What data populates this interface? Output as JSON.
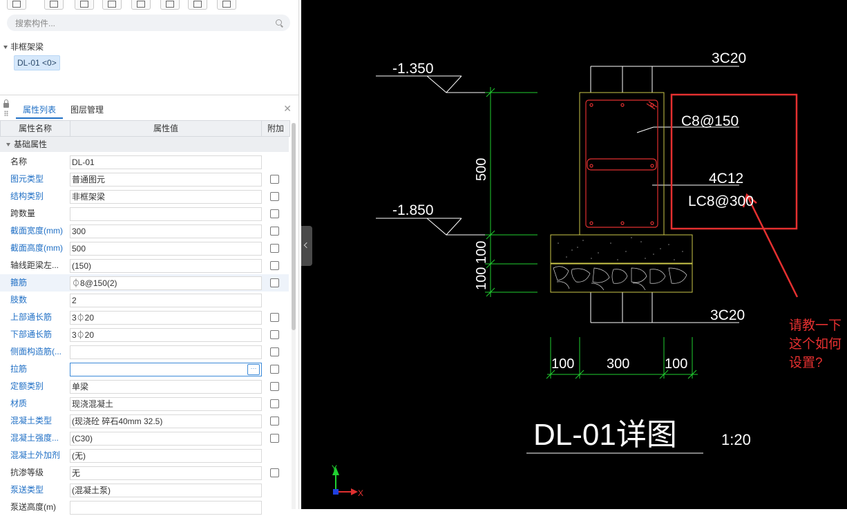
{
  "search": {
    "placeholder": "搜索构件..."
  },
  "tree": {
    "root_label": "非框架梁",
    "item_label": "DL-01 <0>"
  },
  "tabs": [
    {
      "label": "属性列表"
    },
    {
      "label": "图层管理"
    }
  ],
  "table": {
    "headers": {
      "name": "属性名称",
      "value": "属性值",
      "extra": "附加"
    },
    "group_label": "基础属性",
    "rows": [
      {
        "name": "名称",
        "value": "DL-01"
      },
      {
        "name": "图元类型",
        "value": "普通图元"
      },
      {
        "name": "结构类别",
        "value": "非框架梁"
      },
      {
        "name": "跨数量",
        "value": ""
      },
      {
        "name": "截面宽度(mm)",
        "value": "300"
      },
      {
        "name": "截面高度(mm)",
        "value": "500"
      },
      {
        "name": "轴线距梁左...",
        "value": "(150)"
      },
      {
        "name": "箍筋",
        "value": "⏀8@150(2)"
      },
      {
        "name": "肢数",
        "value": "2"
      },
      {
        "name": "上部通长筋",
        "value": "3⏀20"
      },
      {
        "name": "下部通长筋",
        "value": "3⏀20"
      },
      {
        "name": "侧面构造筋(...",
        "value": ""
      },
      {
        "name": "拉筋",
        "value": ""
      },
      {
        "name": "定额类别",
        "value": "单梁"
      },
      {
        "name": "材质",
        "value": "现浇混凝土"
      },
      {
        "name": "混凝土类型",
        "value": "(现浇砼 碎石40mm 32.5)"
      },
      {
        "name": "混凝土强度...",
        "value": "(C30)"
      },
      {
        "name": "混凝土外加剂",
        "value": "(无)"
      },
      {
        "name": "抗渗等级",
        "value": "无"
      },
      {
        "name": "泵送类型",
        "value": "(混凝土泵)"
      },
      {
        "name": "泵送高度(m)",
        "value": ""
      }
    ]
  },
  "cad": {
    "elev_top": "-1.350",
    "elev_bottom": "-1.850",
    "dim_500": "500",
    "dim_100_a": "100",
    "dim_100_b": "100",
    "top_bars": "3C20",
    "stirrup": "C8@150",
    "side_bars": "4C12",
    "tie": "LC8@300",
    "bottom_bars": "3C20",
    "dim_w1": "100",
    "dim_w2": "300",
    "dim_w3": "100",
    "detail_title": "DL-01详图",
    "scale": "1:20",
    "question": [
      "请教一下",
      "这个如何",
      "设置?"
    ],
    "axis_y": "Y",
    "axis_x": "X"
  }
}
